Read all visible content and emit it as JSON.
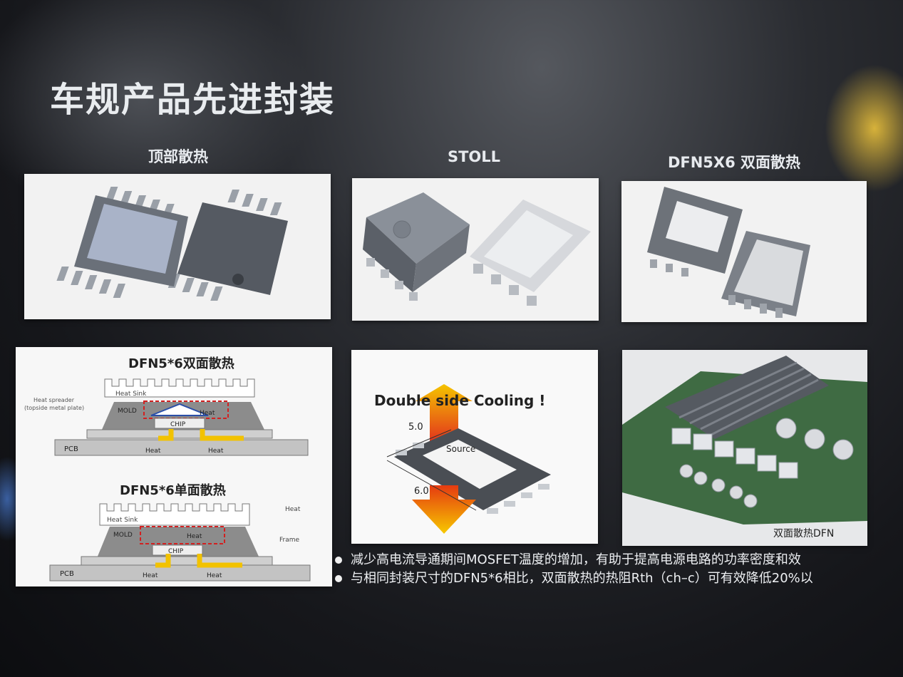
{
  "title": "车规产品先进封装",
  "captions": [
    "顶部散热",
    "STOLL",
    "DFN5X6 双面散热"
  ],
  "diagram": {
    "double_title": "DFN5*6双面散热",
    "single_title": "DFN5*6单面散热",
    "heat_sink": "Heat Sink",
    "heat_spreader": "Heat spreader",
    "heat_spreader_note": "(topside metal plate)",
    "mold": "MOLD",
    "chip": "CHIP",
    "heat": "Heat",
    "pcb": "PCB",
    "frame": "Frame"
  },
  "cooling": {
    "headline": "Double side Cooling !",
    "dim_a": "5.0",
    "dim_b": "6.0",
    "source": "Source"
  },
  "board_caption": "双面散热DFN",
  "bullets": [
    "减少高电流导通期间MOSFET温度的增加，有助于提高电源电路的功率密度和效",
    "与相同封装尺寸的DFN5*6相比，双面散热的热阻Rth（ch–c）可有效降低20%以"
  ],
  "colors": {
    "accent_red": "#d22020",
    "heat_yellow": "#f2c200",
    "arrow_blue": "#2b4fa8"
  }
}
